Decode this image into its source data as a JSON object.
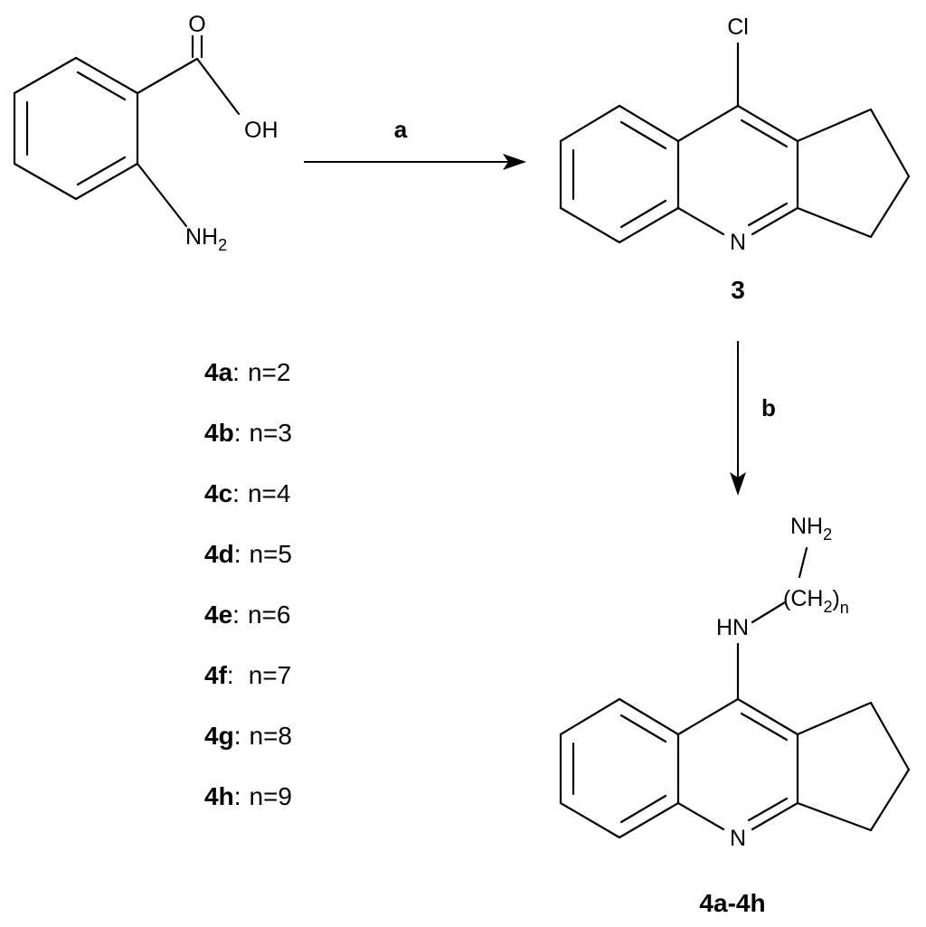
{
  "atoms": {
    "oxygen": "O",
    "hydroxyl": "OH",
    "amine_n": "NH",
    "sub_2": "2",
    "chlorine": "Cl",
    "ring_n": "N",
    "imine": "HN",
    "ch_open": "(CH",
    "ch_close": ")",
    "sub_n": "n"
  },
  "arrows": {
    "a": "a",
    "b": "b"
  },
  "compounds": {
    "intermediate": "3",
    "products": "4a-4h"
  },
  "product_list": [
    {
      "id": "4a",
      "sep": ":",
      "text": "n=2"
    },
    {
      "id": "4b",
      "sep": ":",
      "text": "n=3"
    },
    {
      "id": "4c",
      "sep": ":",
      "text": "n=4"
    },
    {
      "id": "4d",
      "sep": ":",
      "text": "n=5"
    },
    {
      "id": "4e",
      "sep": ":",
      "text": "n=6"
    },
    {
      "id": "4f",
      "sep": ":",
      "text": "n=7"
    },
    {
      "id": "4g",
      "sep": ":",
      "text": "n=8"
    },
    {
      "id": "4h",
      "sep": ":",
      "text": "n=9"
    }
  ]
}
